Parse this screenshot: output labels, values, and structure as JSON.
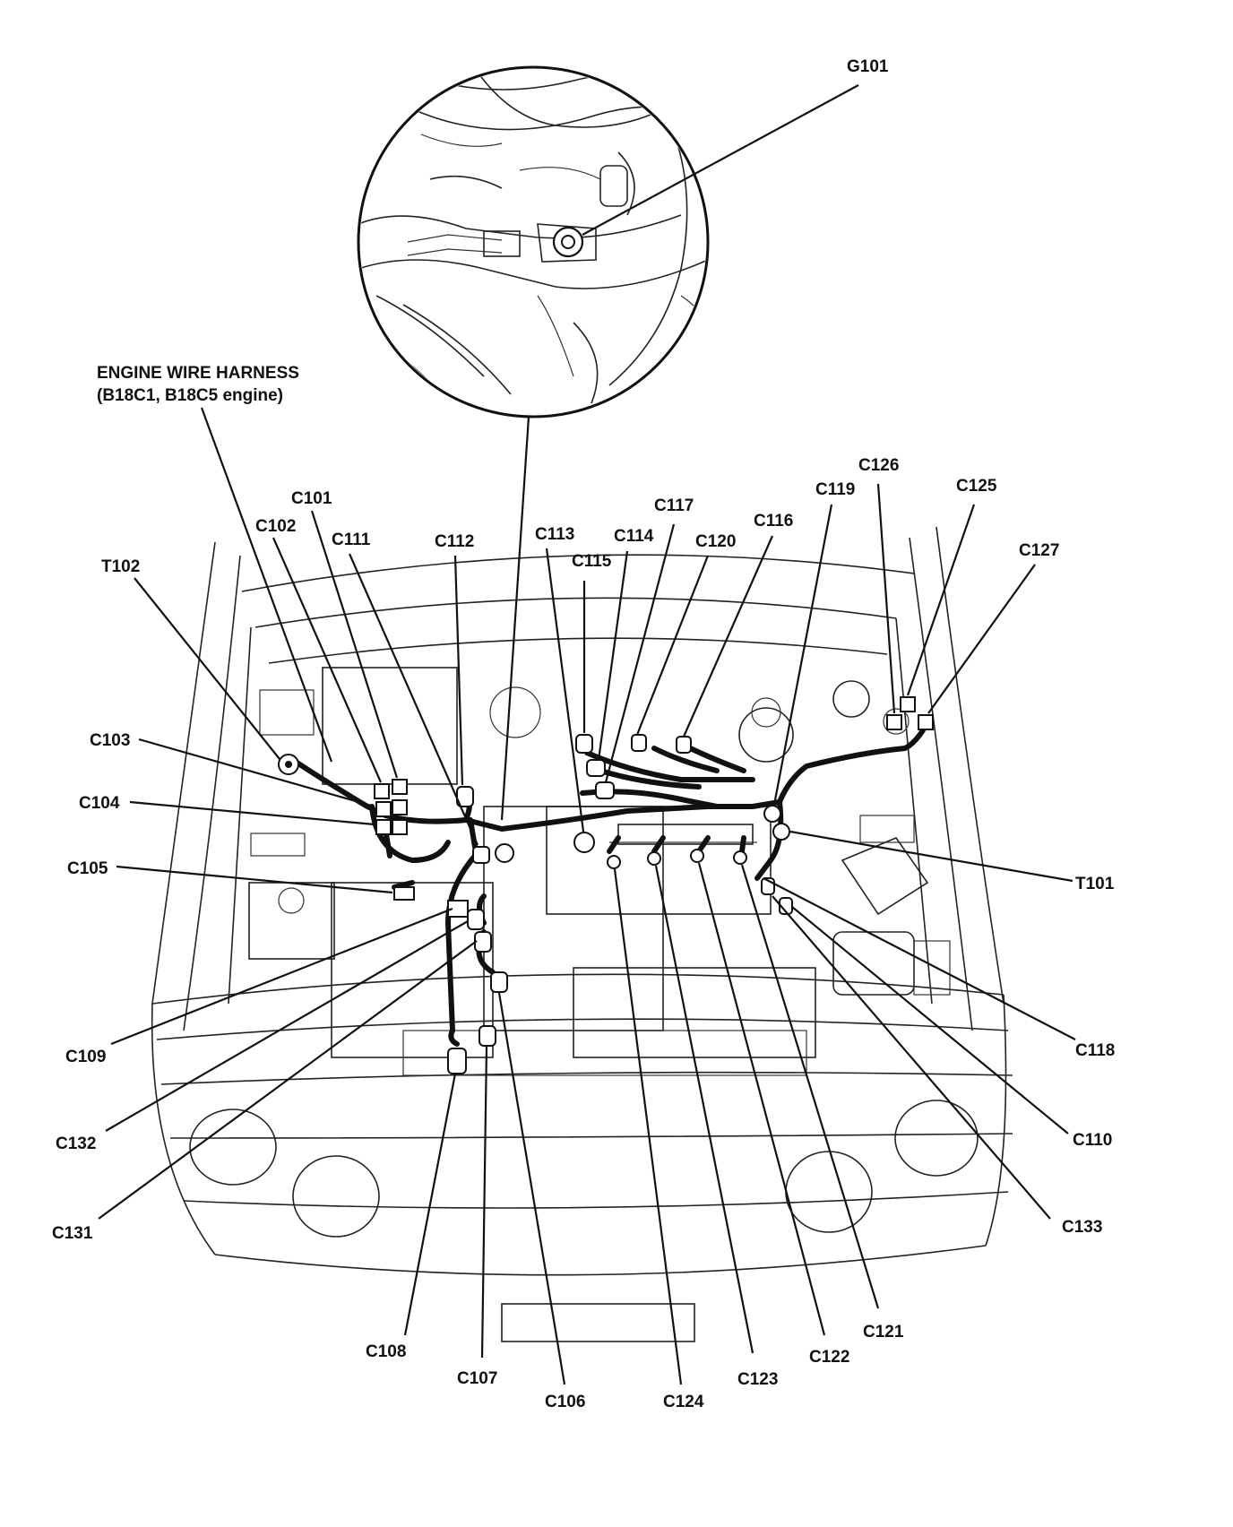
{
  "harness": {
    "title": "ENGINE WIRE HARNESS",
    "subtitle": "(B18C1, B18C5 engine)"
  },
  "labels": {
    "G101": "G101",
    "T102": "T102",
    "C101": "C101",
    "C102": "C102",
    "C111": "C111",
    "C112": "C112",
    "C113": "C113",
    "C114": "C114",
    "C115": "C115",
    "C117": "C117",
    "C120": "C120",
    "C116": "C116",
    "C119": "C119",
    "C126": "C126",
    "C125": "C125",
    "C127": "C127",
    "C103": "C103",
    "C104": "C104",
    "C105": "C105",
    "T101": "T101",
    "C118": "C118",
    "C110": "C110",
    "C133": "C133",
    "C109": "C109",
    "C132": "C132",
    "C131": "C131",
    "C108": "C108",
    "C107": "C107",
    "C106": "C106",
    "C124": "C124",
    "C123": "C123",
    "C122": "C122",
    "C121": "C121"
  }
}
